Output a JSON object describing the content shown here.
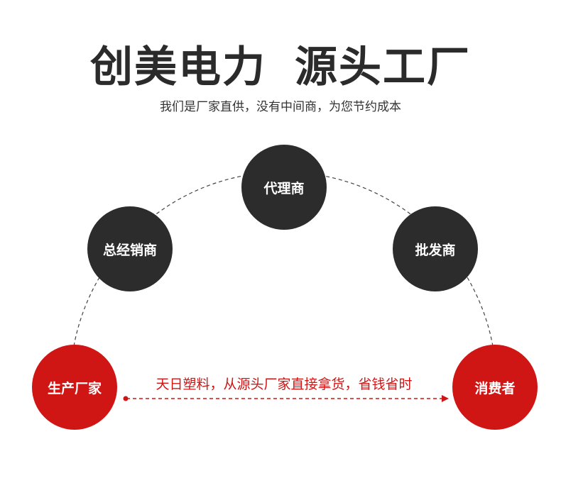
{
  "header": {
    "title_left": "创美电力",
    "title_right": "源头工厂",
    "subtitle": "我们是厂家直供，没有中间商，为您节约成本"
  },
  "diagram": {
    "nodes": {
      "general_distributor": "总经销商",
      "agent": "代理商",
      "wholesaler": "批发商",
      "manufacturer": "生产厂家",
      "consumer": "消费者"
    },
    "tagline": "天日塑料，从源头厂家直接拿货，省钱省时",
    "colors": {
      "dark": "#2c2c2c",
      "accent": "#d01515"
    }
  }
}
